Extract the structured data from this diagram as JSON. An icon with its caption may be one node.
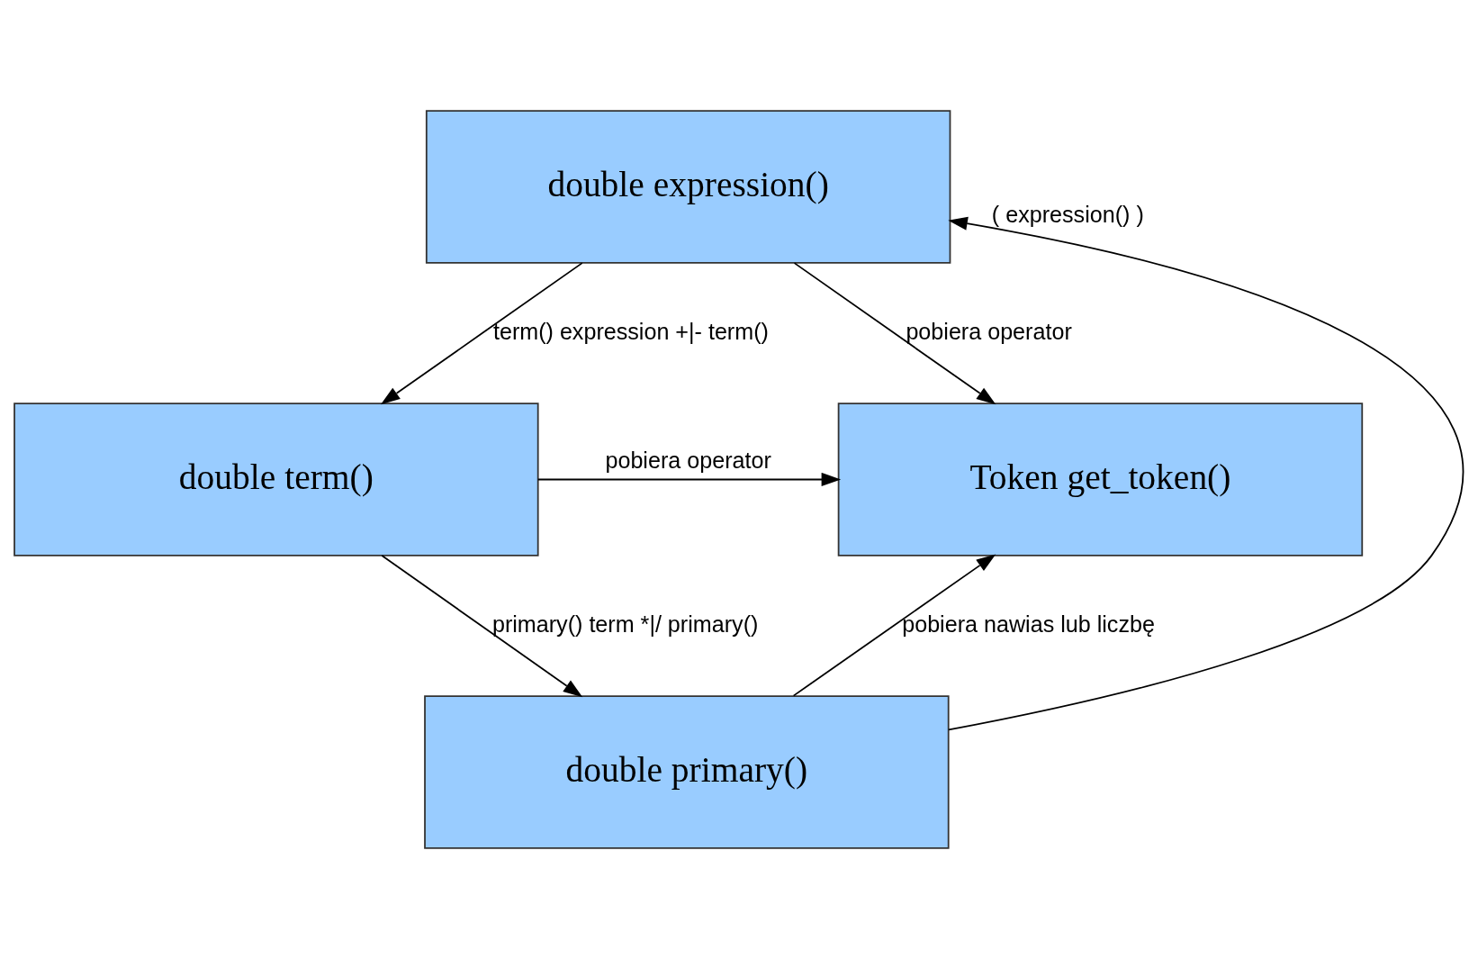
{
  "diagram": {
    "nodes": [
      {
        "text": [
          "double expression()"
        ]
      },
      {
        "text": [
          "double term()"
        ]
      },
      {
        "text": [
          "double primary()"
        ]
      },
      {
        "text": [
          "Token get_token()"
        ]
      }
    ],
    "edges": [
      {
        "from": 0,
        "to": 1,
        "arrow": "to",
        "label": "term() expression +|- term()"
      },
      {
        "from": 1,
        "to": 2,
        "arrow": "to",
        "label": "primary() term *|/ primary()"
      },
      {
        "from": 0,
        "to": 3,
        "arrow": "to",
        "label": "pobiera operator"
      },
      {
        "from": 1,
        "to": 3,
        "arrow": "to",
        "label": "pobiera operator"
      },
      {
        "from": 2,
        "to": 3,
        "arrow": "to",
        "label": "pobiera nawias lub liczbę"
      },
      {
        "from": 2,
        "to": 0,
        "arrow": "to",
        "label": "( expression() )"
      }
    ]
  }
}
